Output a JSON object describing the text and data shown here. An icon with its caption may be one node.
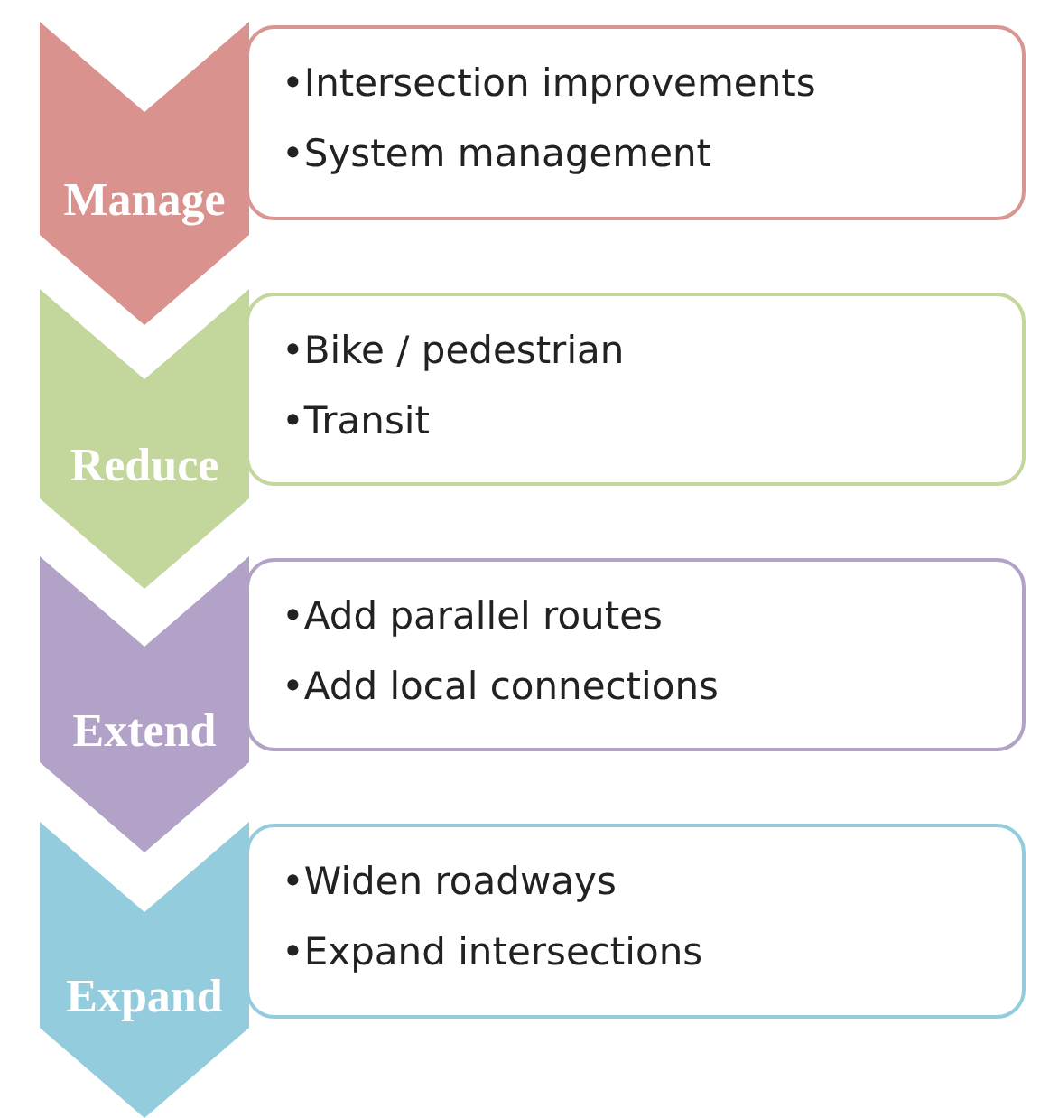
{
  "diagram": {
    "nodes": [
      {
        "text": [
          "Manage"
        ]
      },
      {
        "text": [
          "•Intersection improvements",
          "•System management"
        ]
      },
      {
        "text": [
          "Reduce"
        ]
      },
      {
        "text": [
          "•Bike / pedestrian",
          "•Transit"
        ]
      },
      {
        "text": [
          "Extend"
        ]
      },
      {
        "text": [
          "•Add parallel routes",
          "•Add local connections"
        ]
      },
      {
        "text": [
          "Expand"
        ]
      },
      {
        "text": [
          "•Widen roadways",
          "•Expand intersections"
        ]
      }
    ]
  }
}
